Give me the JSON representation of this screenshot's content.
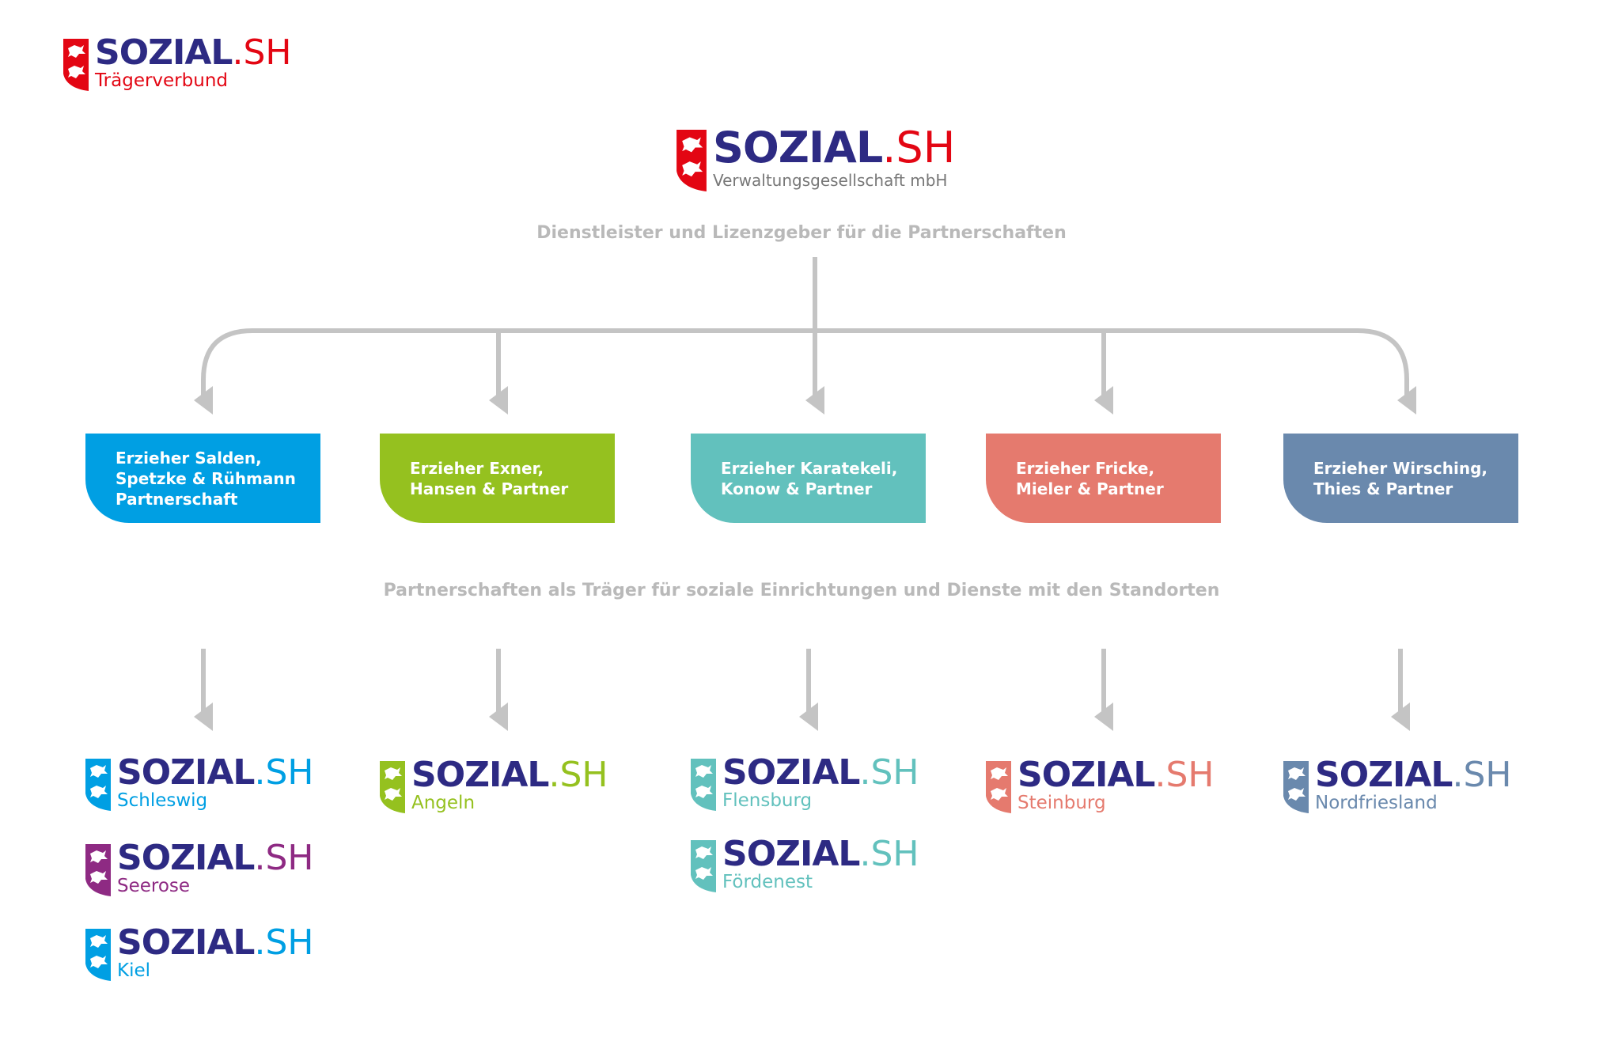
{
  "brand": {
    "main": "SOZIAL",
    "suffix": ".SH"
  },
  "colors": {
    "navy": "#2d2a83",
    "red": "#e30613",
    "line": "#c4c4c4"
  },
  "top_logo": {
    "subtitle": "Trägerverbund",
    "color": "#e30613"
  },
  "center_logo": {
    "subtitle": "Verwaltungsgesellschaft mbH",
    "color": "#e30613",
    "subtitle_color": "#777777"
  },
  "captions": {
    "service": "Dienstleister und Lizenzgeber für die Partnerschaften",
    "partnerships": "Partnerschaften als Träger für soziale Einrichtungen und Dienste mit den Standorten"
  },
  "partnerships": [
    {
      "name": "Erzieher Salden,\nSpetzke & Rühmann\nPartnerschaft",
      "color": "#009fe3",
      "locations": [
        {
          "name": "Schleswig",
          "color": "#009fe3"
        },
        {
          "name": "Seerose",
          "color": "#8e2a83"
        },
        {
          "name": "Kiel",
          "color": "#009fe3"
        }
      ]
    },
    {
      "name": "Erzieher Exner,\nHansen & Partner",
      "color": "#95c11f",
      "locations": [
        {
          "name": "Angeln",
          "color": "#95c11f"
        }
      ]
    },
    {
      "name": "Erzieher Karatekeli,\nKonow & Partner",
      "color": "#62c1bd",
      "locations": [
        {
          "name": "Flensburg",
          "color": "#62c1bd"
        },
        {
          "name": "Fördenest",
          "color": "#62c1bd"
        }
      ]
    },
    {
      "name": "Erzieher Fricke,\nMieler & Partner",
      "color": "#e57a6e",
      "locations": [
        {
          "name": "Steinburg",
          "color": "#e57a6e"
        }
      ]
    },
    {
      "name": "Erzieher Wirsching,\nThies & Partner",
      "color": "#6a89ad",
      "locations": [
        {
          "name": "Nordfriesland",
          "color": "#6a89ad"
        }
      ]
    }
  ]
}
